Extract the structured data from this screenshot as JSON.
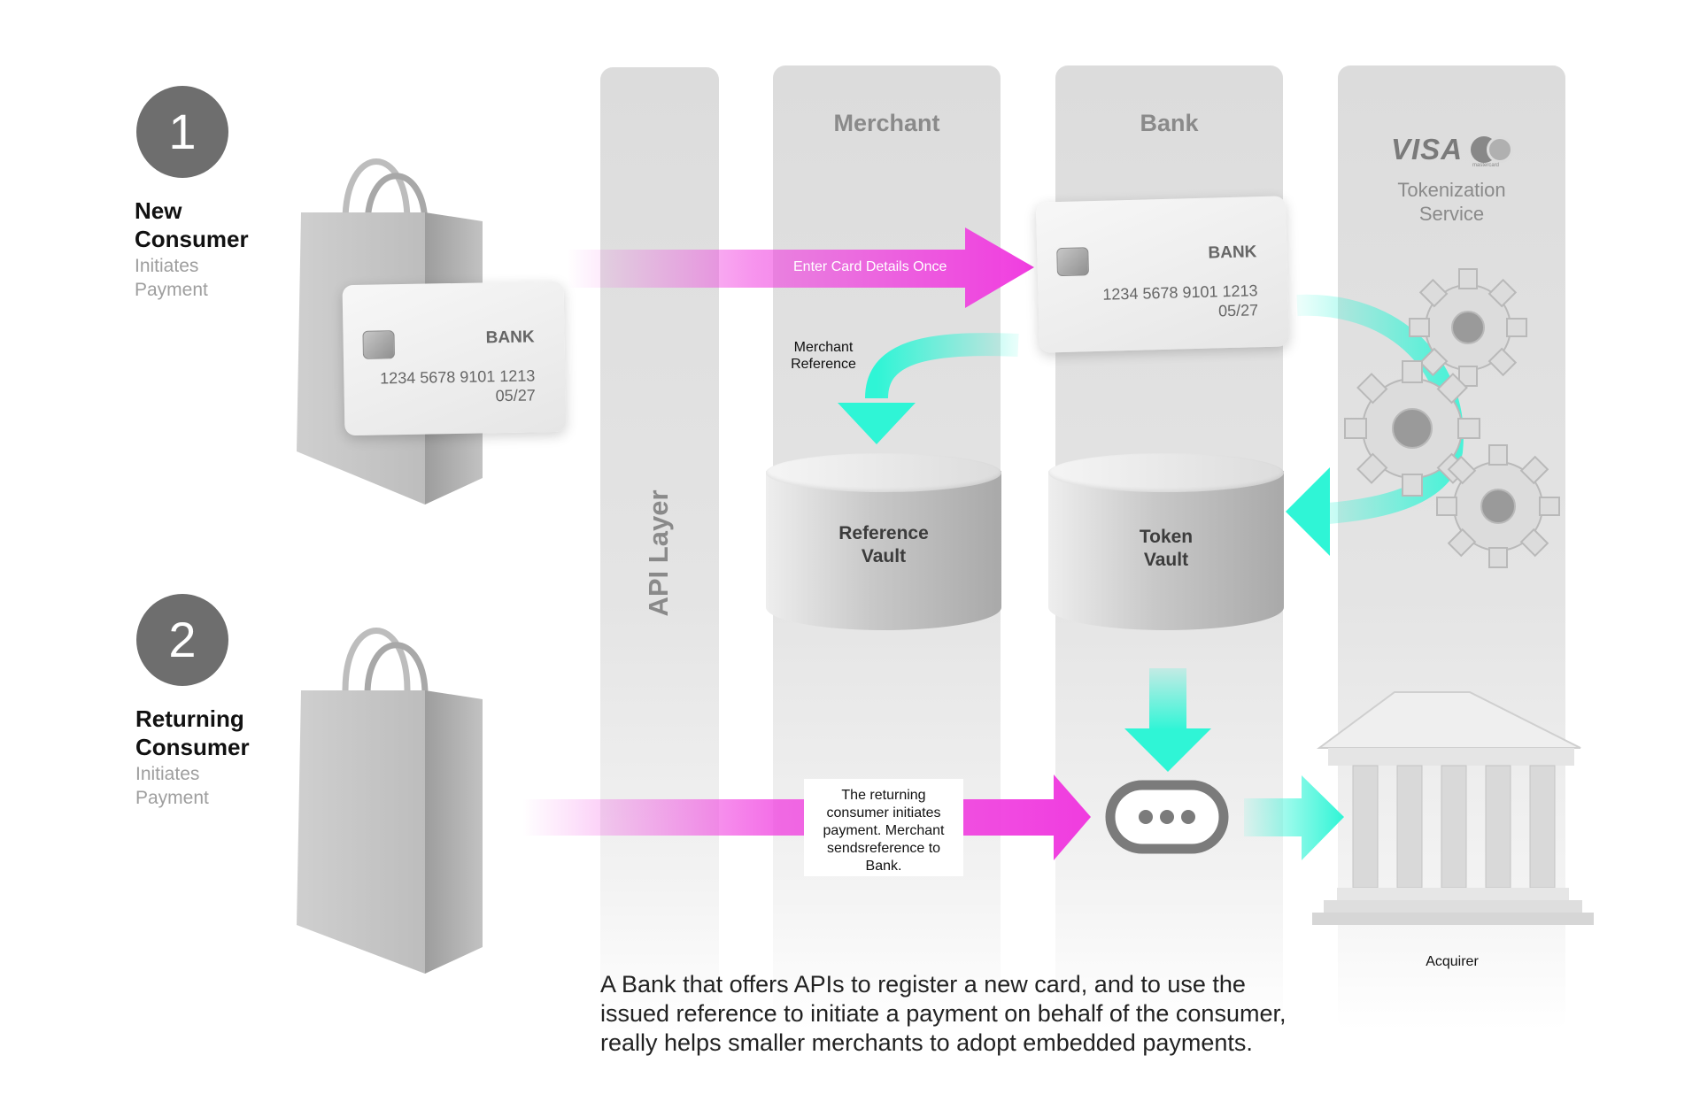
{
  "steps": [
    {
      "number": "1",
      "title_line1": "New",
      "title_line2": "Consumer",
      "sub_line1": "Initiates",
      "sub_line2": "Payment"
    },
    {
      "number": "2",
      "title_line1": "Returning",
      "title_line2": "Consumer",
      "sub_line1": "Initiates",
      "sub_line2": "Payment"
    }
  ],
  "lanes": {
    "api_layer": "API Layer",
    "merchant": "Merchant",
    "bank": "Bank",
    "tokenization_line1": "Tokenization",
    "tokenization_line2": "Service",
    "visa": "VISA",
    "mastercard": "mastercard"
  },
  "cards": {
    "bank_name": "BANK",
    "number": "1234 5678 9101 1213",
    "expiry": "05/27"
  },
  "flow": {
    "enter_card": "Enter Card Details Once",
    "merchant_ref_line1": "Merchant",
    "merchant_ref_line2": "Reference",
    "reference_vault_line1": "Reference",
    "reference_vault_line2": "Vault",
    "token_vault_line1": "Token",
    "token_vault_line2": "Vault",
    "returning_line1": "The returning",
    "returning_line2": "consumer initiates",
    "returning_line3": "payment. Merchant",
    "returning_line4": "sendsreference to",
    "returning_line5": "Bank.",
    "acquirer": "Acquirer"
  },
  "caption": {
    "line1": "A Bank that offers APIs to register a new card, and to use the",
    "line2": "issued reference to initiate a payment on behalf of the consumer,",
    "line3": "really helps smaller merchants to adopt embedded payments."
  },
  "colors": {
    "magenta": "#f03cdf",
    "cyan": "#2ff5d6",
    "step_circle": "#6e6e6e",
    "lane": "#dedede"
  }
}
